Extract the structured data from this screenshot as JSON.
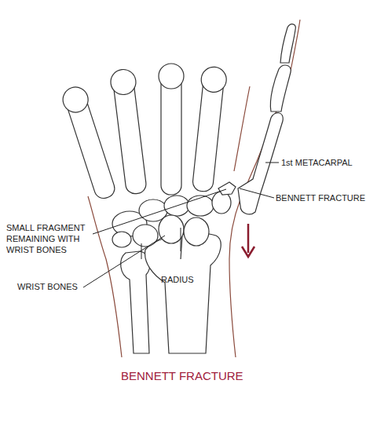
{
  "diagram": {
    "caption": "BENNETT FRACTURE",
    "labels": [
      "1st METACARPAL",
      "BENNETT FRACTURE",
      "SMALL FRAGMENT REMAINING WITH WRIST BONES",
      "WRIST BONES",
      "RADIUS"
    ]
  }
}
